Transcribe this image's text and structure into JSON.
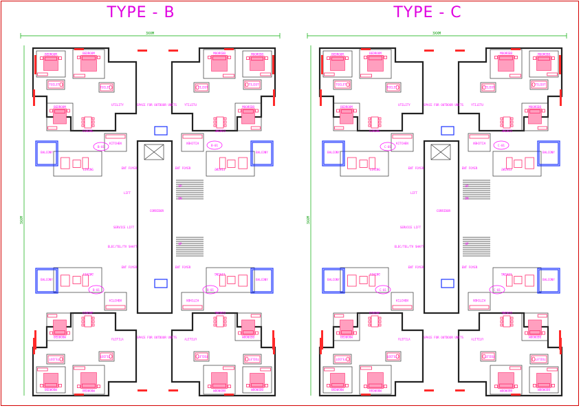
{
  "plans": [
    {
      "id": "left",
      "title": "TYPE - B",
      "width_dim": "3XXM",
      "height_dim": "3XXM",
      "unit_tag_top": "B-01",
      "unit_tag_top_right": "B-01",
      "unit_tag_bottom": "B-01",
      "unit_tag_bottom_right": "B-01",
      "labels": {
        "bedroom": "BEDROOM",
        "toilet": "TOILET",
        "dining": "DINING",
        "living": "LIVING",
        "kitchen": "KITCHEN",
        "utility": "UTILITY",
        "balcony": "BALCONY",
        "ent_foyer": "ENT FOYER",
        "lift": "LIFT",
        "corridor": "CORRIDOR",
        "service_lift": "SERVICE LIFT",
        "shaft": "ELEC/TEL/TV SHAFT",
        "outdoor_units": "SPACE FOR OUTDOOR UNITS",
        "up": "UP",
        "dn": "DN"
      }
    },
    {
      "id": "right",
      "title": "TYPE - C",
      "width_dim": "3XXM",
      "height_dim": "3XXM",
      "unit_tag_top": "C-01",
      "unit_tag_top_right": "C-01",
      "unit_tag_bottom": "C-01",
      "unit_tag_bottom_right": "C-01",
      "labels": {
        "bedroom": "BEDROOM",
        "toilet": "TOILET",
        "dining": "DINING",
        "living": "LIVING",
        "kitchen": "KITCHEN",
        "utility": "UTILITY",
        "balcony": "BALCONY",
        "ent_foyer": "ENT FOYER",
        "lift": "LIFT",
        "corridor": "CORRIDOR",
        "service_lift": "SERVICE LIFT",
        "shaft": "ELEC/TEL/TV SHAFT",
        "outdoor_units": "SPACE FOR OUTDOOR UNITS",
        "up": "UP",
        "dn": "DN"
      }
    }
  ],
  "colors": {
    "title": "#e000e0",
    "frame": "#d40000",
    "furniture": "#ff2a6d",
    "glazing": "#1a33ff",
    "dimension": "#009900"
  }
}
